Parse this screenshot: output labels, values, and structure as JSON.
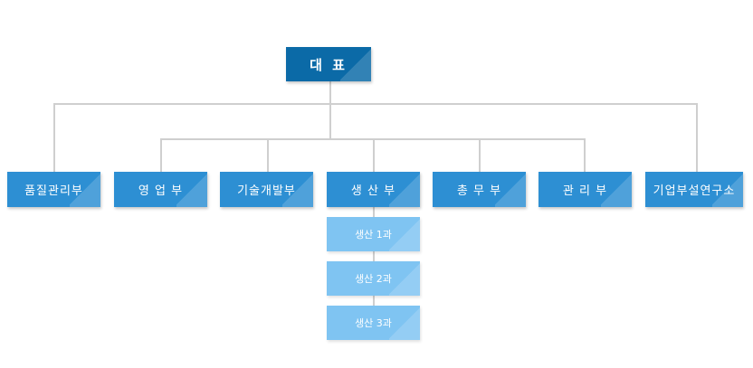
{
  "chart": {
    "head": {
      "label": "대 표"
    },
    "departments": [
      {
        "label": "품질관리부"
      },
      {
        "label": "영 업 부"
      },
      {
        "label": "기술개발부"
      },
      {
        "label": "생 산 부"
      },
      {
        "label": "총 무 부"
      },
      {
        "label": "관 리 부"
      },
      {
        "label": "기업부설연구소"
      }
    ],
    "production_sections": [
      {
        "label": "생산 1과"
      },
      {
        "label": "생산 2과"
      },
      {
        "label": "생산 3과"
      }
    ]
  },
  "colors": {
    "head": "#0b6aa7",
    "department": "#2d8fd3",
    "section": "#7fc4f2",
    "connector": "#cfcfcf"
  }
}
